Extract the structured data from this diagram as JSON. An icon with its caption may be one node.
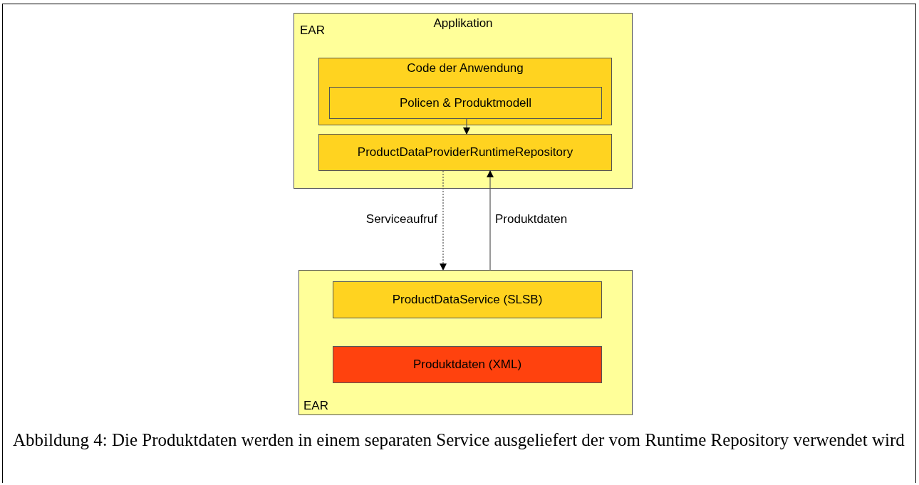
{
  "diagram": {
    "caption": "Abbildung 4: Die Produktdaten werden in einem separaten Service ausgeliefert der vom Runtime Repository verwendet wird",
    "nodes": [
      {
        "text": [
          "EAR",
          "Applikation"
        ]
      },
      {
        "text": [
          "Code der Anwendung"
        ],
        "in": 0
      },
      {
        "text": [
          "Policen & Produktmodell"
        ],
        "in": 1
      },
      {
        "text": [
          "ProductDataProviderRuntimeRepository"
        ],
        "in": 0
      },
      {
        "text": [
          "EAR"
        ]
      },
      {
        "text": [
          "ProductDataService (SLSB)"
        ],
        "in": 4
      },
      {
        "text": [
          "Produktdaten (XML)"
        ],
        "in": 4
      }
    ],
    "edges": [
      {
        "from": 2,
        "to": 3,
        "arrow": "to"
      },
      {
        "from": 3,
        "to": 4,
        "arrow": "to",
        "label": "Serviceaufruf",
        "style": "dashed"
      },
      {
        "from": 4,
        "to": 3,
        "arrow": "to",
        "label": "Produktdaten"
      }
    ]
  }
}
